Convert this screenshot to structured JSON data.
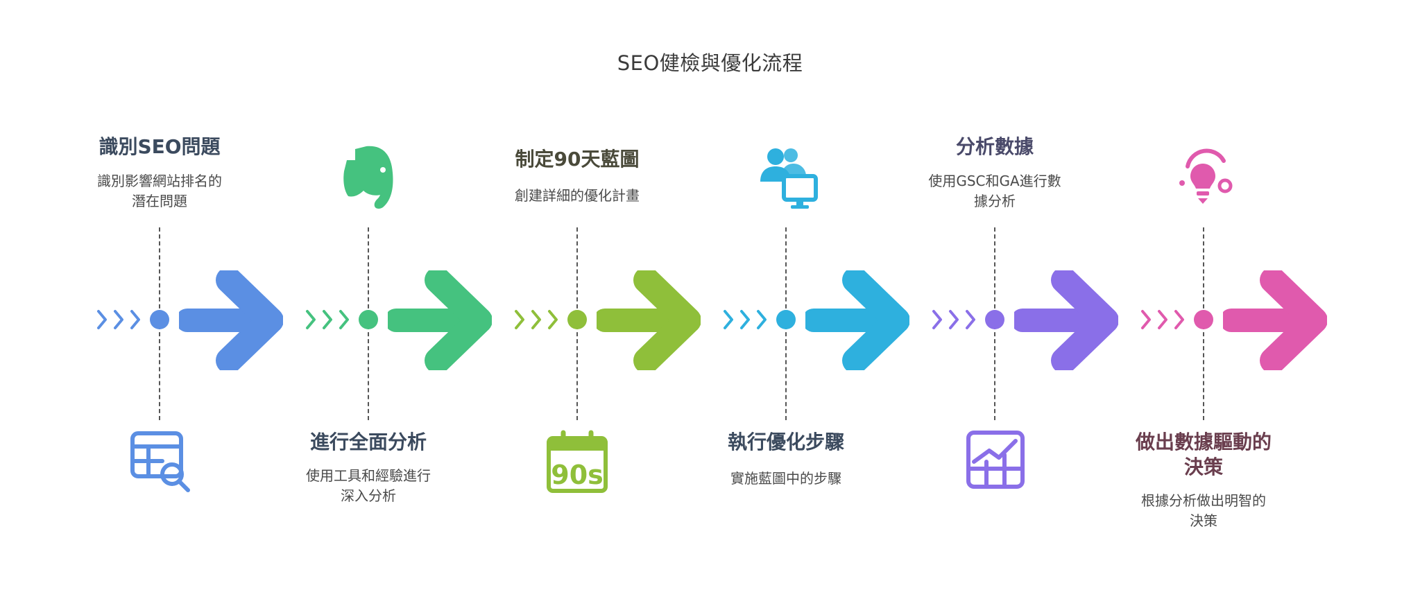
{
  "title": "SEO健檢與優化流程",
  "steps": [
    {
      "heading": "識別SEO問題",
      "desc_lines": [
        "識別影響網站排名的",
        "潛在問題"
      ],
      "color": "#5b8fe3",
      "text_color": "#3b4a5e",
      "icon": "search-table-icon"
    },
    {
      "heading": "進行全面分析",
      "desc_lines": [
        "使用工具和經驗進行",
        "深入分析"
      ],
      "color": "#45c27f",
      "text_color": "#3b4a5e",
      "icon": "evernote-elephant-icon"
    },
    {
      "heading": "制定90天藍圖",
      "desc_lines": [
        "創建詳細的優化計畫"
      ],
      "color": "#8fbf3a",
      "text_color": "#4a4a3a",
      "icon": "calendar-90s-icon",
      "icon_text": "90s"
    },
    {
      "heading": "執行優化步驟",
      "desc_lines": [
        "實施藍圖中的步驟"
      ],
      "color": "#2eb0de",
      "text_color": "#3b4a5e",
      "icon": "users-monitor-icon"
    },
    {
      "heading": "分析數據",
      "desc_lines": [
        "使用GSC和GA進行數",
        "據分析"
      ],
      "color": "#8a6fe8",
      "text_color": "#4a4a6a",
      "icon": "growth-chart-icon"
    },
    {
      "heading": "做出數據驅動的決策",
      "heading_lines": [
        "做出數據驅動的",
        "決策"
      ],
      "desc_lines": [
        "根據分析做出明智的",
        "決策"
      ],
      "color": "#e05aad",
      "text_color": "#6a3e4e",
      "icon": "lightbulb-idea-icon"
    }
  ]
}
